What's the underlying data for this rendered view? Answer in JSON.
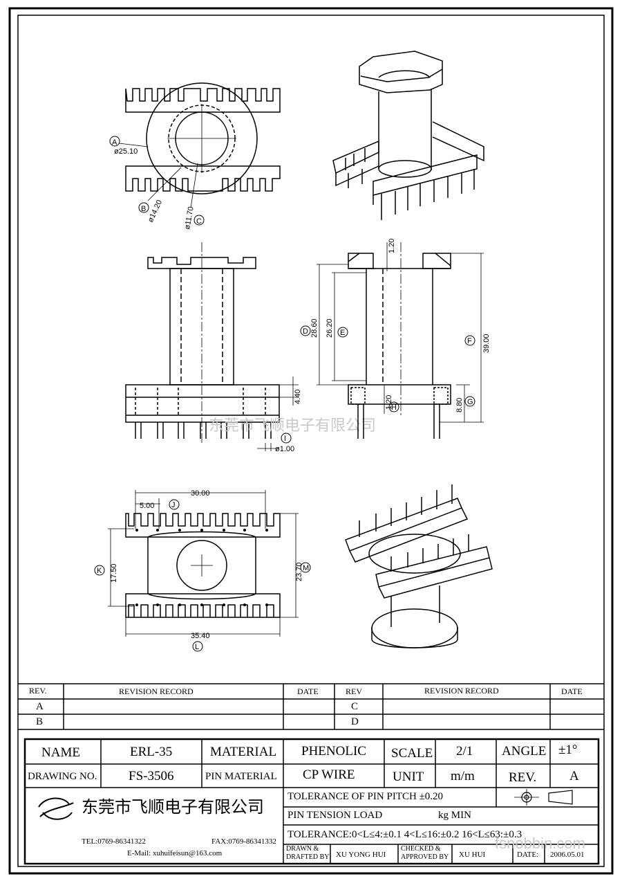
{
  "drawing_views": {
    "top_view": {
      "dims": {
        "a": "ø25.10",
        "b": "ø14.20",
        "c": "ø11.70"
      },
      "callouts": {
        "a": "A",
        "b": "B",
        "c": "C"
      }
    },
    "front_view": {
      "dims": {
        "i": "ø1.00"
      },
      "callouts": {
        "i": "I"
      },
      "watermark": "东莞市飞顺电子有限公司"
    },
    "side_view": {
      "dims": {
        "top_gap": "1.20",
        "d": "28.60",
        "e": "26.20",
        "f": "39.00",
        "g": "8.80",
        "h": "1.20"
      },
      "callouts": {
        "d": "D",
        "e": "E",
        "f": "F",
        "g": "G",
        "h": "H"
      }
    },
    "bottom_view": {
      "dims": {
        "width": "30.00",
        "j": "5.00",
        "k": "17.50",
        "m": "23.70",
        "l": "35.40"
      },
      "callouts": {
        "j": "J",
        "k": "K",
        "m": "M",
        "l": "L"
      }
    }
  },
  "revision_table": {
    "headers": {
      "rev": "REV.",
      "record": "REVISION RECORD",
      "date": "DATE",
      "rev2": "REV",
      "record2": "REVISION RECORD",
      "date2": "DATE"
    },
    "rows": [
      {
        "left": "A",
        "right": "C"
      },
      {
        "left": "B",
        "right": "D"
      }
    ]
  },
  "title_block": {
    "name_label": "NAME",
    "name_value": "ERL-35",
    "material_label": "MATERIAL",
    "material_value": "PHENOLIC",
    "scale_label": "SCALE",
    "scale_value": "2/1",
    "angle_label": "ANGLE",
    "angle_value": "±1°",
    "drawing_no_label": "DRAWING NO.",
    "drawing_no_value": "FS-3506",
    "pin_material_label": "PIN MATERIAL",
    "pin_material_value": "CP WIRE",
    "unit_label": "UNIT",
    "unit_value": "m/m",
    "rev_label": "REV.",
    "rev_value": "A",
    "company": "东莞市飞顺电子有限公司",
    "tel": "TEL:0769-86341322",
    "fax": "FAX:0769-86341332",
    "email": "E-Mail: xuhuifeisun@163.com",
    "tolerance_pitch": "TOLERANCE OF PIN PITCH ±0.20",
    "pin_tension": "PIN TENSION  LOAD",
    "pin_tension_unit": "kg MIN",
    "tolerance": "TOLERANCE:0<L≤4:±0.1  4<L≤16:±0.2  16<L≤63:±0.3",
    "drawn_label_1": "DRAWN &",
    "drawn_label_2": "DRAFTED BY",
    "drawn_value": "XU YONG HUI",
    "checked_label_1": "CHECKED &",
    "checked_label_2": "APPROVED BY",
    "checked_value": "XU   HUI",
    "date_label": "DATE:",
    "date_value": "2006.05.01",
    "watermark": "fsnobbin.com"
  }
}
